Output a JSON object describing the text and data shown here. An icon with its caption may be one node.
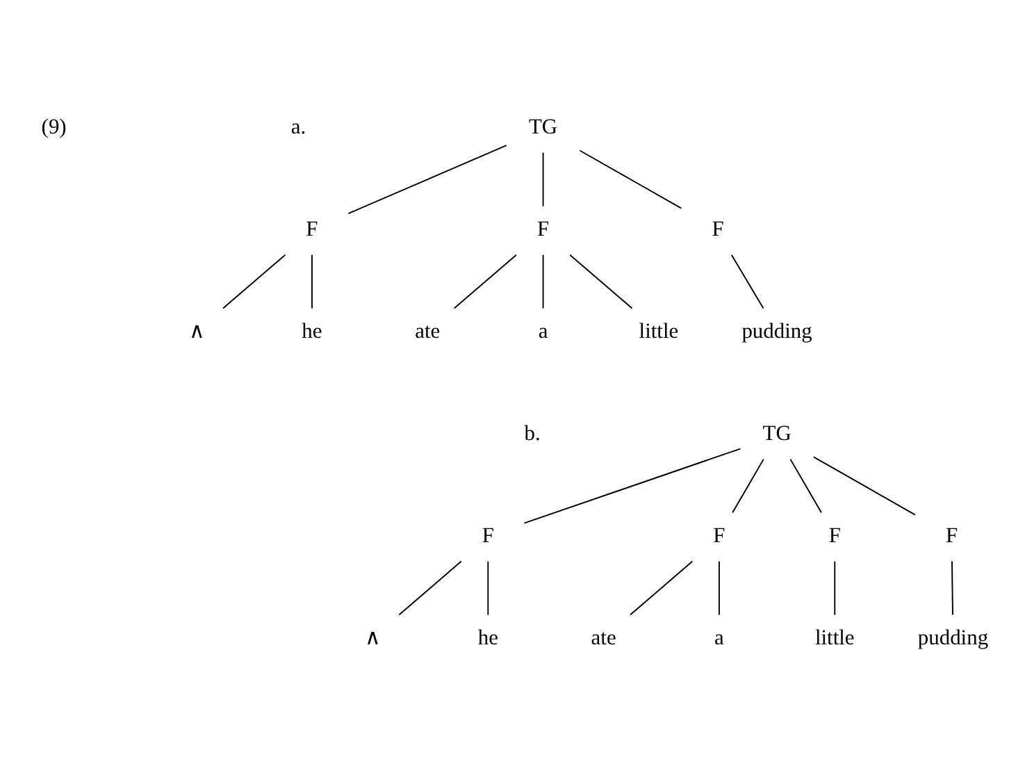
{
  "diagram": {
    "nodes": [
      {
        "text": [
          "TG"
        ]
      },
      {
        "text": [
          "F"
        ]
      },
      {
        "text": [
          "F"
        ]
      },
      {
        "text": [
          "F"
        ]
      },
      {
        "text": [
          "∧"
        ]
      },
      {
        "text": [
          "he"
        ]
      },
      {
        "text": [
          "ate"
        ]
      },
      {
        "text": [
          "a"
        ]
      },
      {
        "text": [
          "little"
        ]
      },
      {
        "text": [
          "pudding"
        ]
      },
      {
        "text": [
          "TG"
        ]
      },
      {
        "text": [
          "F"
        ]
      },
      {
        "text": [
          "F"
        ]
      },
      {
        "text": [
          "F"
        ]
      },
      {
        "text": [
          "F"
        ]
      },
      {
        "text": [
          "∧"
        ]
      },
      {
        "text": [
          "he"
        ]
      },
      {
        "text": [
          "ate"
        ]
      },
      {
        "text": [
          "a"
        ]
      },
      {
        "text": [
          "little"
        ]
      },
      {
        "text": [
          "pudding"
        ]
      }
    ],
    "edges": [
      {
        "from": 0,
        "to": 1,
        "arrow": "none"
      },
      {
        "from": 0,
        "to": 2,
        "arrow": "none"
      },
      {
        "from": 0,
        "to": 3,
        "arrow": "none"
      },
      {
        "from": 1,
        "to": 4,
        "arrow": "none"
      },
      {
        "from": 1,
        "to": 5,
        "arrow": "none"
      },
      {
        "from": 2,
        "to": 6,
        "arrow": "none"
      },
      {
        "from": 2,
        "to": 7,
        "arrow": "none"
      },
      {
        "from": 2,
        "to": 8,
        "arrow": "none"
      },
      {
        "from": 3,
        "to": 9,
        "arrow": "none"
      },
      {
        "from": 10,
        "to": 11,
        "arrow": "none"
      },
      {
        "from": 10,
        "to": 12,
        "arrow": "none"
      },
      {
        "from": 10,
        "to": 13,
        "arrow": "none"
      },
      {
        "from": 10,
        "to": 14,
        "arrow": "none"
      },
      {
        "from": 11,
        "to": 15,
        "arrow": "none"
      },
      {
        "from": 11,
        "to": 16,
        "arrow": "none"
      },
      {
        "from": 12,
        "to": 17,
        "arrow": "none"
      },
      {
        "from": 12,
        "to": 18,
        "arrow": "none"
      },
      {
        "from": 13,
        "to": 19,
        "arrow": "none"
      },
      {
        "from": 14,
        "to": 20,
        "arrow": "none"
      }
    ],
    "labels": [
      "(9)",
      "a.",
      "b."
    ]
  }
}
